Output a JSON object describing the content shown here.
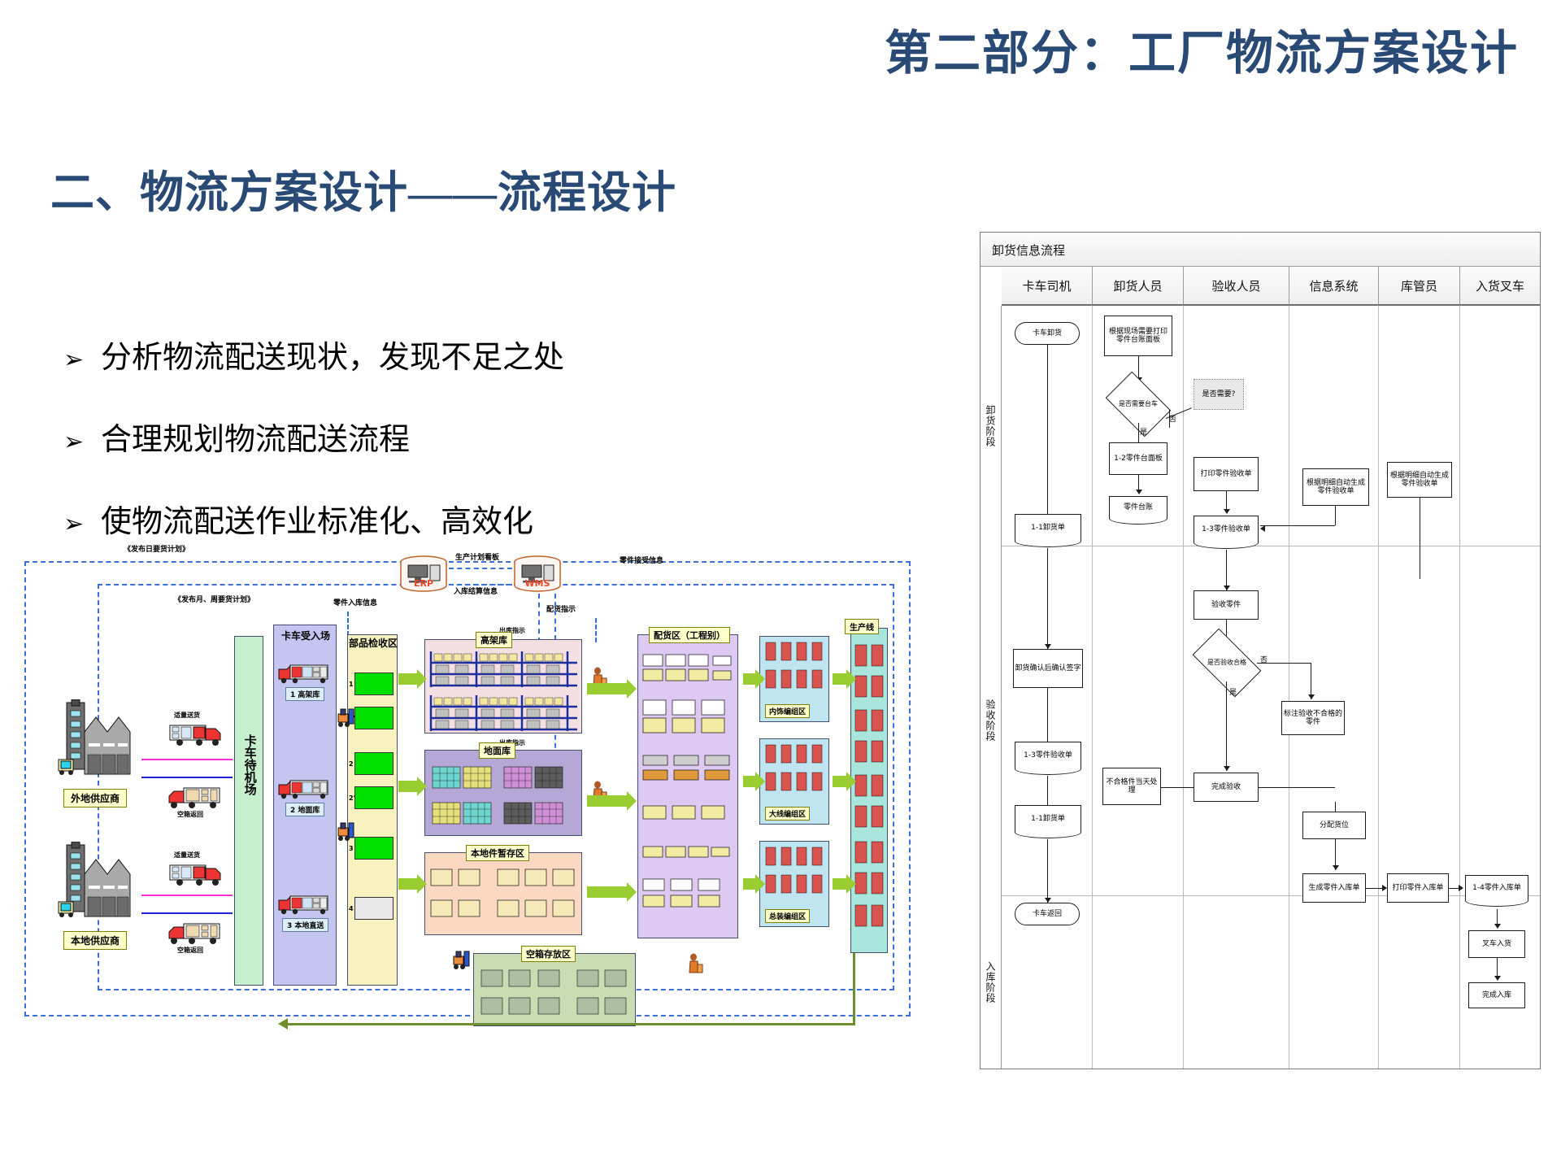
{
  "header": {
    "title": "第二部分：工厂物流方案设计",
    "color": "#2A4A76"
  },
  "title": {
    "text": "二、物流方案设计——流程设计"
  },
  "bullets": {
    "marker": "➢",
    "items": [
      "分析物流配送现状，发现不足之处",
      "合理规划物流配送流程",
      "使物流配送作业标准化、高效化"
    ]
  },
  "warehouse_diagram": {
    "flow_labels": {
      "day_plan": "《发布日要货计划》",
      "month_week_plan": "《发布月、周要货计划》",
      "production_kanban": "生产计划看板",
      "inbound_settlement": "入库结算信息",
      "parts_receipt_info": "零件接受信息",
      "parts_inbound_info": "零件入库信息",
      "delivery_instruction": "配货指示",
      "outbound_instruction_1": "出库指示",
      "outbound_instruction_2": "出库指示"
    },
    "systems": [
      {
        "name": "ERP",
        "icon": "database-computer-icon"
      },
      {
        "name": "WMS",
        "icon": "database-computer-icon"
      }
    ],
    "suppliers": [
      {
        "label": "外地供应商",
        "deliver": "适量送货",
        "return": "空箱返回"
      },
      {
        "label": "本地供应商",
        "deliver": "适量送货",
        "return": "空箱返回"
      }
    ],
    "zones": [
      {
        "id": "truck-wait",
        "label": "卡车待机场",
        "color": "#c6efce"
      },
      {
        "id": "truck-dock",
        "label": "卡车受入场",
        "color": "#c5c5f2",
        "docks": [
          "1 高架库",
          "2 地面库",
          "3 本地直送"
        ]
      },
      {
        "id": "inspect",
        "label": "部品检收区",
        "color": "#f7f2c0",
        "slots": [
          "1",
          "1'",
          "2",
          "2'",
          "3",
          "4"
        ]
      },
      {
        "id": "rack",
        "label": "高架库",
        "color": "#f4dfe2"
      },
      {
        "id": "ground",
        "label": "地面库",
        "color": "#b6a8d6"
      },
      {
        "id": "local",
        "label": "本地件暂存区",
        "color": "#fbd8c2"
      },
      {
        "id": "picking",
        "label": "配货区（工程别）",
        "color": "#ddc9f2"
      },
      {
        "id": "empty-box",
        "label": "空箱存放区",
        "color": "#c9dcb4"
      },
      {
        "id": "production-line",
        "label": "生产线",
        "color": "#a8e6dc"
      }
    ],
    "supermarkets": [
      {
        "label": "内饰编组区",
        "color": "#bfe6f0"
      },
      {
        "label": "大线编组区",
        "color": "#bfe6f0"
      },
      {
        "label": "总装编组区",
        "color": "#bfe6f0"
      }
    ]
  },
  "unload_flowchart": {
    "title": "卸货信息流程",
    "lanes": [
      "卡车司机",
      "卸货人员",
      "验收人员",
      "信息系统",
      "库管员",
      "入货叉车"
    ],
    "phases": [
      "卸货阶段",
      "验收阶段",
      "入库阶段"
    ],
    "nodes": {
      "start_unload": "卡车卸货",
      "print_pallet": "根据现场需要打印零件台账面板",
      "need_pallet_q": "是否需要台车",
      "need_pallet_note": "是否需要?",
      "pallet_1_2": "1-2零件台面板",
      "zero_pallet": "零件台账",
      "receipt_1_1": "1-1卸货单",
      "print_receipt": "打印零件验收单",
      "receipt_1_3": "1-3零件验收单",
      "sys_gen_receipt": "根据明细自动生成零件验收单",
      "check_parts": "验收零件",
      "pass_q": "是否验收合格",
      "mark_defect": "标注验收不合格的零件",
      "sign_unload": "卸货确认后确认签字",
      "receipt_1_3b": "1-3零件验收单",
      "receipt_1_1b": "1-1卸货单",
      "exception": "不合格件当天处理",
      "finish_check": "完成验收",
      "truck_return": "卡车返回",
      "assign_slot": "分配货位",
      "gen_inbound": "生成零件入库单",
      "print_inbound": "打印零件入库单",
      "inbound_1_4": "1-4零件入库单",
      "forklift_in": "叉车入货",
      "finish_inbound": "完成入库"
    },
    "decision_labels": {
      "yes": "是",
      "no": "否"
    }
  }
}
